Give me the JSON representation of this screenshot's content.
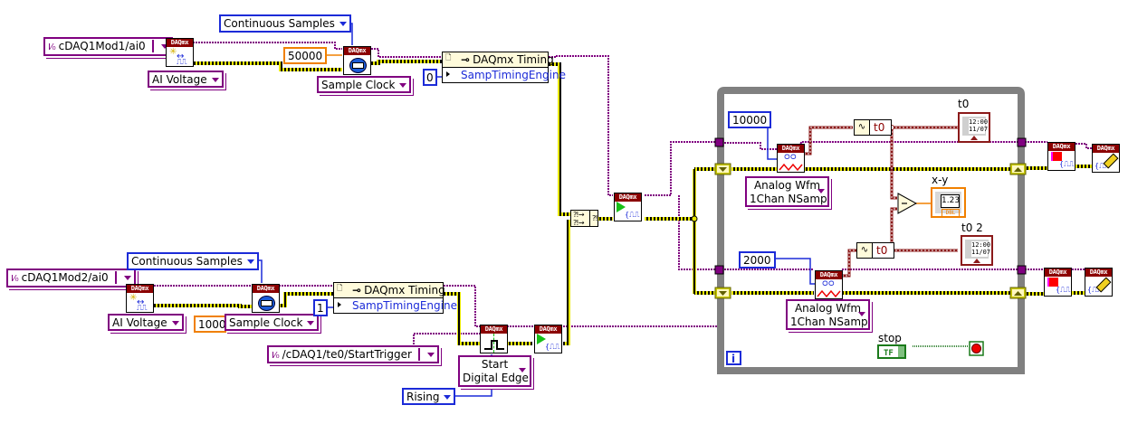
{
  "diagram": {
    "type": "LabVIEW block diagram",
    "colors": {
      "task_wire": "#800080",
      "error_wire": "#c8c800",
      "numeric_int": "#1c2bd8",
      "numeric_dbl": "#f08000",
      "waveform_wire": "#8b1a1a",
      "boolean_wire": "#006400",
      "loop_border": "#808080",
      "daqmx_header": "#8b0000",
      "property_node_bg": "#fffbdb"
    },
    "task1": {
      "channel": "cDAQ1Mod1/ai0",
      "channel_type": "AI Voltage",
      "sample_mode": "Continuous Samples",
      "rate": "50000",
      "timing_type": "Sample Clock",
      "timing_property_title": "DAQmx Timing",
      "timing_property_item": "SampTimingEngine",
      "timing_engine_value": "0"
    },
    "task2": {
      "channel": "cDAQ1Mod2/ai0",
      "channel_type": "AI Voltage",
      "sample_mode": "Continuous Samples",
      "rate": "10000",
      "timing_type": "Sample Clock",
      "timing_property_title": "DAQmx Timing",
      "timing_property_item": "SampTimingEngine",
      "timing_engine_value": "1",
      "trigger_source": "/cDAQ1/te0/StartTrigger",
      "trigger_type_line1": "Start",
      "trigger_type_line2": "Digital Edge",
      "trigger_edge": "Rising"
    },
    "loop": {
      "read1_samples": "10000",
      "read1_mode_line1": "Analog Wfm",
      "read1_mode_line2": "1Chan NSamp",
      "read2_samples": "2000",
      "read2_mode_line1": "Analog Wfm",
      "read2_mode_line2": "1Chan NSamp",
      "get_component_label": "t0",
      "indicator1_label": "t0",
      "indicator2_label": "t0 2",
      "timestamp_text_time": "12:00",
      "timestamp_text_date": "11/07",
      "diff_indicator_label": "x-y",
      "diff_indicator_value": "1.23",
      "diff_indicator_type": "DBL",
      "stop_label": "stop",
      "stop_terminal": "TF",
      "iteration_label": "i"
    },
    "daqmx_badge": "DAQmx",
    "icons": {
      "create_channel": "create-virtual-channel-icon",
      "timing": "sample-clock-timing-icon",
      "trigger": "digital-edge-trigger-icon",
      "start": "start-task-icon",
      "read": "read-glasses-icon",
      "stop": "stop-task-icon",
      "clear": "clear-task-eraser-icon",
      "merge_errors": "merge-errors-icon",
      "get_waveform_component": "waveform-get-t0-icon",
      "subtract": "subtract-triangle-icon",
      "stop_condition": "stop-if-true-icon",
      "iteration": "loop-iteration-icon",
      "shift_register": "shift-register-icon",
      "tunnel": "tunnel-icon",
      "ring_dropdown": "dropdown-arrow-icon"
    }
  }
}
